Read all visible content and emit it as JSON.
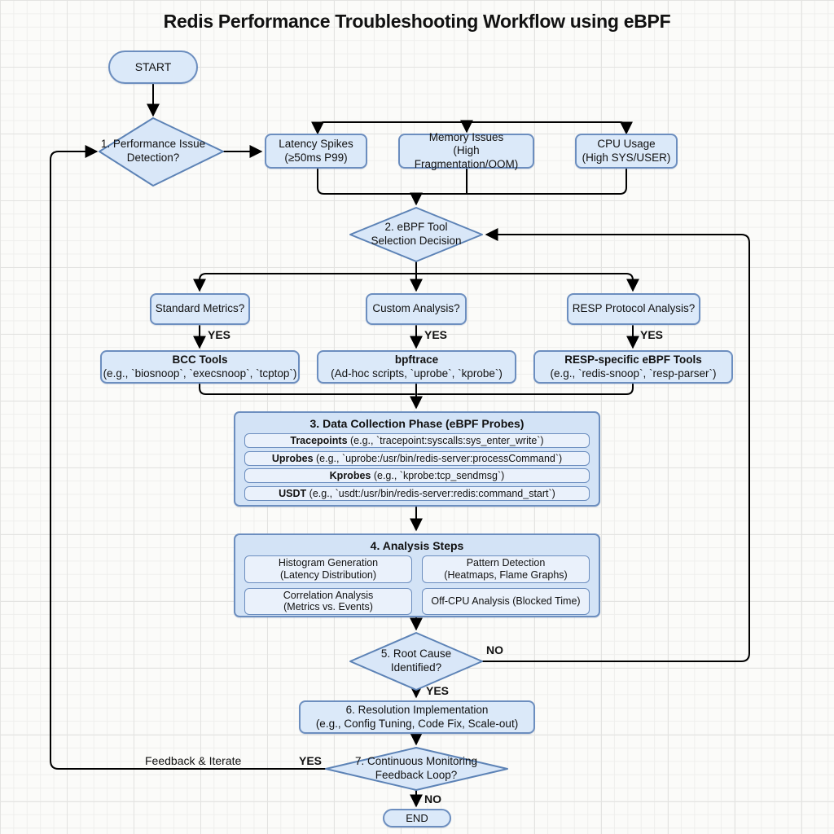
{
  "title": "Redis Performance Troubleshooting Workflow using eBPF",
  "colors": {
    "node_fill": "#dbe9f9",
    "node_border": "#6c8ebf",
    "diamond_fill": "#d9e7f8",
    "line": "#000000"
  },
  "nodes": {
    "start": {
      "label": "START"
    },
    "d1": {
      "label": "1. Performance Issue\nDetection?"
    },
    "latency": {
      "title": "Latency Spikes",
      "subtitle": "(≥50ms P99)"
    },
    "memory": {
      "title": "Memory Issues",
      "subtitle": "(High Fragmentation/OOM)"
    },
    "cpu": {
      "title": "CPU Usage",
      "subtitle": "(High SYS/USER)"
    },
    "d2": {
      "label": "2. eBPF Tool\nSelection Decision"
    },
    "q_standard": {
      "label": "Standard Metrics?"
    },
    "q_custom": {
      "label": "Custom Analysis?"
    },
    "q_resp": {
      "label": "RESP Protocol Analysis?"
    },
    "bcc": {
      "title": "BCC Tools",
      "subtitle": "(e.g., `biosnoop`, `execsnoop`, `tcptop`)"
    },
    "bpftrace": {
      "title": "bpftrace",
      "subtitle": "(Ad-hoc scripts, `uprobe`, `kprobe`)"
    },
    "resp_tools": {
      "title": "RESP-specific eBPF Tools",
      "subtitle": "(e.g., `redis-snoop`, `resp-parser`)"
    },
    "collection": {
      "title": "3. Data Collection Phase (eBPF Probes)",
      "items": [
        {
          "name": "Tracepoints",
          "detail": " (e.g., `tracepoint:syscalls:sys_enter_write`)"
        },
        {
          "name": "Uprobes",
          "detail": " (e.g., `uprobe:/usr/bin/redis-server:processCommand`)"
        },
        {
          "name": "Kprobes",
          "detail": " (e.g., `kprobe:tcp_sendmsg`)"
        },
        {
          "name": "USDT",
          "detail": " (e.g., `usdt:/usr/bin/redis-server:redis:command_start`)"
        }
      ]
    },
    "analysis": {
      "title": "4. Analysis Steps",
      "items": [
        "Histogram Generation\n(Latency Distribution)",
        "Pattern Detection\n(Heatmaps, Flame Graphs)",
        "Correlation Analysis\n(Metrics vs. Events)",
        "Off-CPU Analysis (Blocked Time)"
      ]
    },
    "d5": {
      "label": "5. Root Cause\nIdentified?"
    },
    "resolution": {
      "title": "6. Resolution Implementation",
      "subtitle": "(e.g., Config Tuning, Code Fix, Scale-out)"
    },
    "d7": {
      "label": "7. Continuous Monitoring\nFeedback Loop?"
    },
    "end": {
      "label": "END"
    }
  },
  "edges": {
    "yes_label": "YES",
    "no_label": "NO",
    "feedback_label": "Feedback & Iterate"
  }
}
